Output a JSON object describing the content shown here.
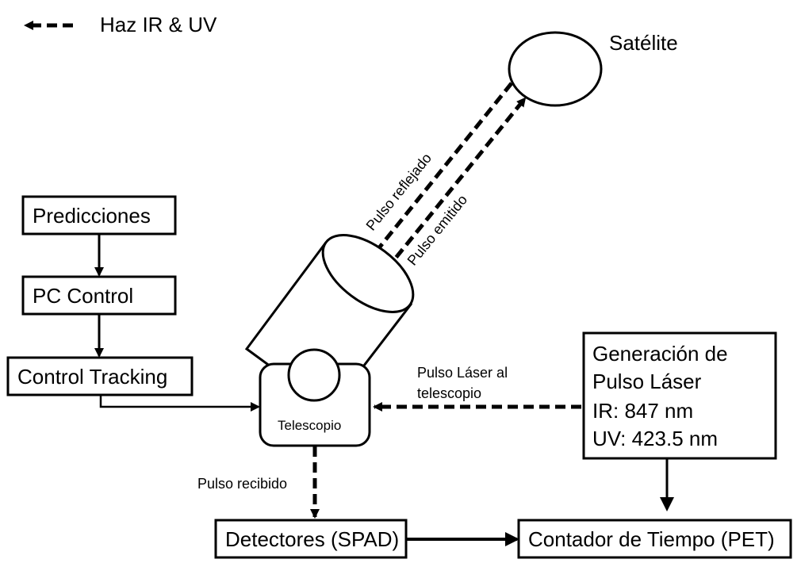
{
  "legend": {
    "label": "Haz IR & UV"
  },
  "satellite": {
    "label": "Satélite"
  },
  "boxes": {
    "predicciones": "Predicciones",
    "pc_control": "PC Control",
    "control_tracking": "Control Tracking",
    "detectores": "Detectores (SPAD)",
    "contador": "Contador de Tiempo (PET)"
  },
  "telescope": {
    "label": "Telescopio"
  },
  "generation": {
    "lines": [
      "Generación de",
      "Pulso Láser",
      "IR: 847 nm",
      "UV: 423.5 nm"
    ]
  },
  "labels": {
    "pulso_reflejado": "Pulso reflejado",
    "pulso_emitido": "Pulso emitido",
    "pulso_laser_line1": "Pulso Láser al",
    "pulso_laser_line2": "telescopio",
    "pulso_recibido": "Pulso recibido"
  },
  "colors": {
    "stroke": "#000000",
    "background": "#ffffff"
  }
}
